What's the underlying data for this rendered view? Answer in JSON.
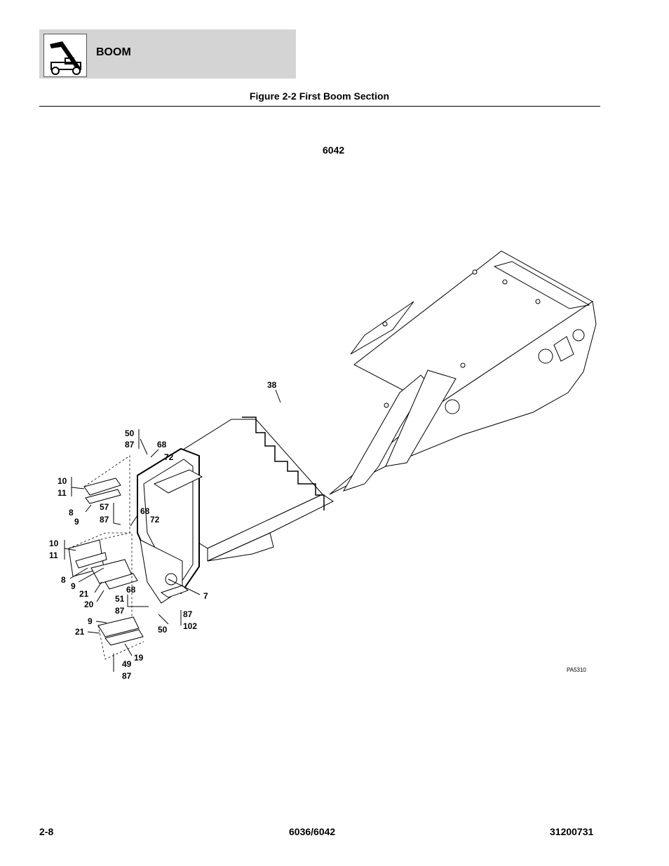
{
  "header": {
    "section": "BOOM",
    "logo_icon": "telehandler-boom-icon"
  },
  "figure": {
    "title": "Figure 2-2 First Boom Section",
    "model": "6042"
  },
  "callouts": {
    "c38": "38",
    "c50a": "50",
    "c87a": "87",
    "c68a": "68",
    "c72a": "72",
    "c10a": "10",
    "c11a": "11",
    "c8a": "8",
    "c9a": "9",
    "c57": "57",
    "c87b": "87",
    "c68b": "68",
    "c72b": "72",
    "c10b": "10",
    "c11b": "11",
    "c8b": "8",
    "c9b": "9",
    "c21a": "21",
    "c20": "20",
    "c68c": "68",
    "c51": "51",
    "c87c": "87",
    "c7": "7",
    "c87d": "87",
    "c102": "102",
    "c50b": "50",
    "c9c": "9",
    "c21b": "21",
    "c19": "19",
    "c49": "49",
    "c87e": "87"
  },
  "drawing_ref": "PA5310",
  "footer": {
    "page": "2-8",
    "model": "6036/6042",
    "doc_number": "31200731"
  }
}
